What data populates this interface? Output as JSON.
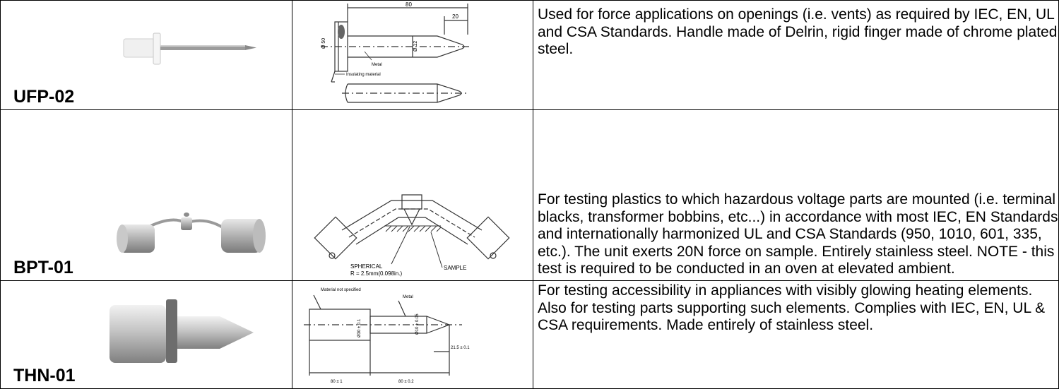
{
  "products": [
    {
      "code": "UFP-02",
      "photo_icon": "rigid-finger-probe-photo",
      "drawing_icon": "rigid-finger-dimension-drawing",
      "drawing_labels": {
        "dim_top": "80",
        "dim_right": "20",
        "dim_left": "Ø 50",
        "dim_mid": "Ø 12",
        "metal": "Metal",
        "insulating": "Insulating material"
      },
      "description": "Used for force applications on openings (i.e. vents) as required by IEC, EN, UL and CSA Standards. Handle made of Delrin, rigid finger made of chrome plated steel."
    },
    {
      "code": "BPT-01",
      "photo_icon": "ball-pressure-tester-photo",
      "drawing_icon": "ball-pressure-apparatus-drawing",
      "drawing_labels": {
        "spherical": "SPHERICAL",
        "radius": "R = 2.5mm(0.098in.)",
        "sample": "SAMPLE"
      },
      "description": "For testing plastics to which hazardous voltage parts are mounted (i.e. terminal blacks, transformer bobbins, etc...) in accordance with most IEC, EN Standards and internationally harmonized UL and CSA Standards (950, 1010, 601, 335, etc.). The unit exerts 20N force on sample. Entirely stainless steel. NOTE - this test is required to be conducted in an oven at elevated ambient."
    },
    {
      "code": "THN-01",
      "photo_icon": "test-pin-photo",
      "drawing_icon": "test-pin-dimension-drawing",
      "drawing_labels": {
        "material": "Material not specified",
        "metal": "Metal",
        "dim_a": "Ø30 ± 0.1",
        "dim_b": "Ø10 ± 0.05",
        "dim_c": "21.5 ± 0.1",
        "len_a": "80 ± 1",
        "len_b": "80 ± 0.2"
      },
      "description": "For testing accessibility in appliances with visibly glowing heating elements. Also for testing parts supporting such elements. Complies with IEC, EN, UL & CSA requirements. Made entirely of stainless steel."
    }
  ]
}
